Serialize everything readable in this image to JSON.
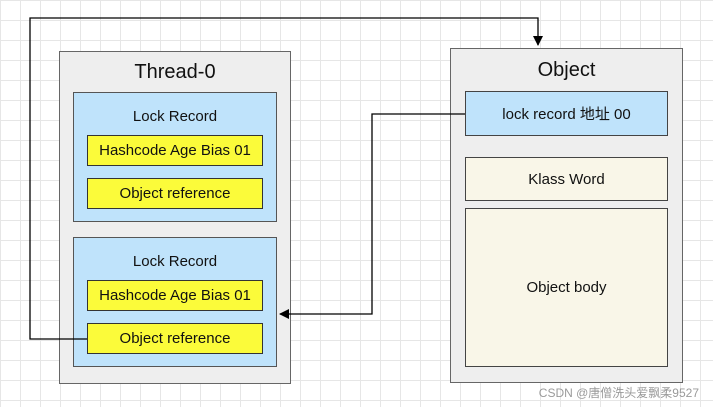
{
  "thread": {
    "title": "Thread-0",
    "records": [
      {
        "label": "Lock Record",
        "mark": "Hashcode Age Bias 01",
        "ref": "Object reference"
      },
      {
        "label": "Lock Record",
        "mark": "Hashcode Age Bias 01",
        "ref": "Object reference"
      }
    ]
  },
  "object": {
    "title": "Object",
    "header": "lock record 地址 00",
    "klass": "Klass Word",
    "body": "Object body"
  },
  "watermark": "CSDN @唐僧洗头爱飘柔9527"
}
